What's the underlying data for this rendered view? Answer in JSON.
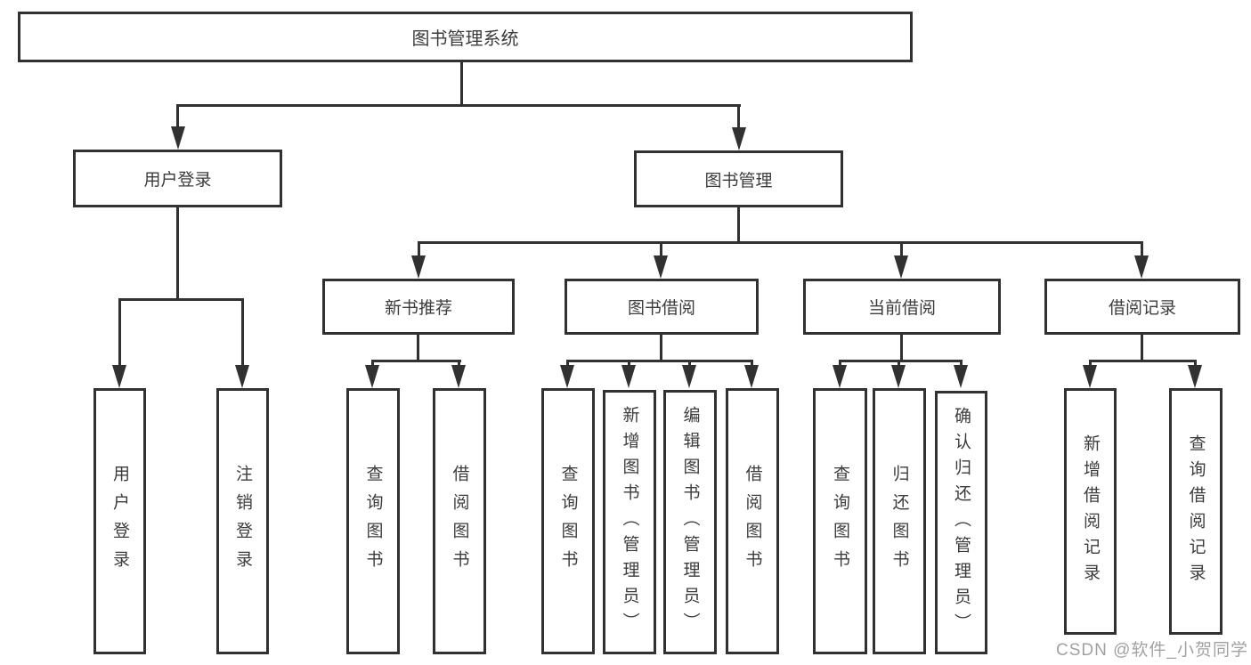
{
  "diagram": {
    "title": "图书管理系统",
    "colors": {
      "line": "#313131",
      "text": "#3c3c3c",
      "background": "#ffffff",
      "watermark": "#919191"
    },
    "nodes": {
      "root": "图书管理系统",
      "user_login": "用户登录",
      "book_mgmt": "图书管理",
      "new_book": "新书推荐",
      "book_borrow": "图书借阅",
      "current_borrow": "当前借阅",
      "borrow_record": "借阅记录",
      "leaves": {
        "user_login": [
          "用户登录",
          "注销登录"
        ],
        "new_book": [
          "查询图书",
          "借阅图书"
        ],
        "book_borrow": [
          "查询图书",
          "新增图书（管理员）",
          "编辑图书（管理员）",
          "借阅图书"
        ],
        "current_borrow": [
          "查询图书",
          "归还图书",
          "确认归还（管理员）"
        ],
        "borrow_record": [
          "新增借阅记录",
          "查询借阅记录"
        ]
      }
    },
    "watermark": "CSDN @软件_小贺同学"
  }
}
